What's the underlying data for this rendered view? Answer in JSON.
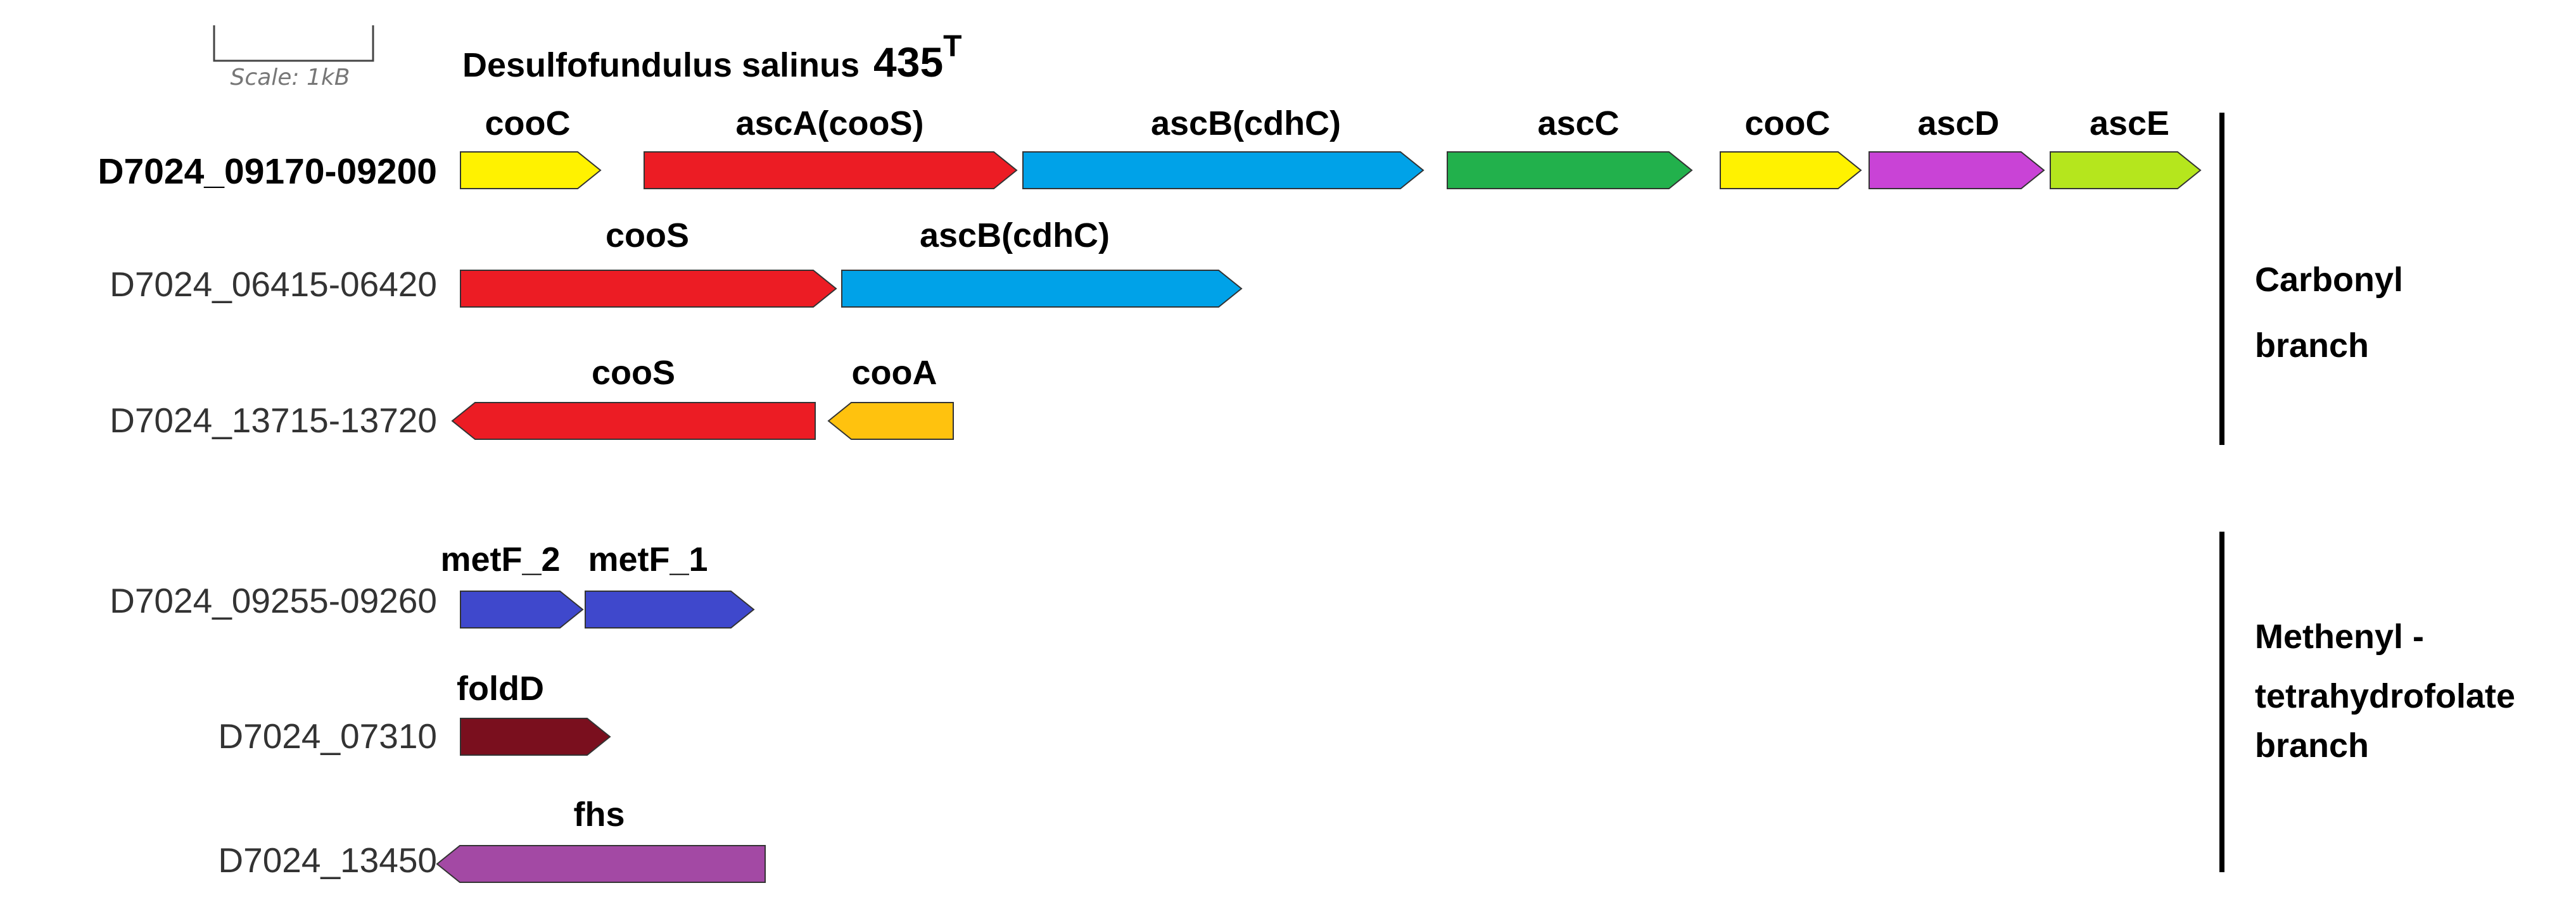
{
  "title": {
    "name": "Desulfofundulus salinus",
    "strain": "435",
    "superscript": "T"
  },
  "scale_label": "Scale: 1kB",
  "loci": [
    {
      "label": "D7024_09170-09200",
      "bold": true,
      "genes": [
        {
          "name": "cooC",
          "color": "#fff200",
          "dir": "right"
        },
        {
          "name": "ascA(cooS)",
          "color": "#ec1c24",
          "dir": "right"
        },
        {
          "name": "ascB(cdhC)",
          "color": "#00a2e8",
          "dir": "right"
        },
        {
          "name": "ascC",
          "color": "#22b14c",
          "dir": "right"
        },
        {
          "name": "cooC",
          "color": "#fff200",
          "dir": "right"
        },
        {
          "name": "ascD",
          "color": "#c943d6",
          "dir": "right"
        },
        {
          "name": "ascE",
          "color": "#b5e61d",
          "dir": "right"
        }
      ]
    },
    {
      "label": "D7024_06415-06420",
      "bold": false,
      "genes": [
        {
          "name": "cooS",
          "color": "#ec1c24",
          "dir": "right"
        },
        {
          "name": "ascB(cdhC)",
          "color": "#00a2e8",
          "dir": "right"
        }
      ]
    },
    {
      "label": "D7024_13715-13720",
      "bold": false,
      "genes": [
        {
          "name": "cooS",
          "color": "#ec1c24",
          "dir": "left"
        },
        {
          "name": "cooA",
          "color": "#ffc20e",
          "dir": "left"
        }
      ]
    },
    {
      "label": "D7024_09255-09260",
      "bold": false,
      "genes": [
        {
          "name": "metF_2",
          "color": "#3f48cc",
          "dir": "right"
        },
        {
          "name": "metF_1",
          "color": "#3f48cc",
          "dir": "right"
        }
      ]
    },
    {
      "label": "D7024_07310",
      "bold": false,
      "genes": [
        {
          "name": "foldD",
          "color": "#7a0f1e",
          "dir": "right"
        }
      ]
    },
    {
      "label": "D7024_13450",
      "bold": false,
      "genes": [
        {
          "name": "fhs",
          "color": "#a349a4",
          "dir": "left"
        }
      ]
    }
  ],
  "branches": [
    {
      "lines": [
        "Carbonyl",
        "branch"
      ]
    },
    {
      "lines": [
        "Methenyl -",
        "tetrahydrofolate",
        "branch"
      ]
    }
  ]
}
